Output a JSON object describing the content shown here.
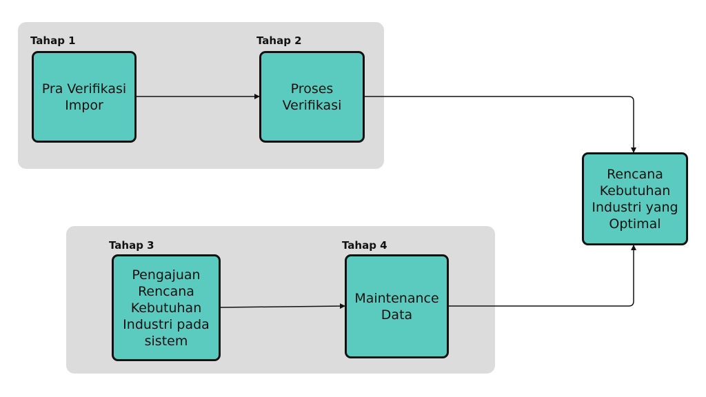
{
  "stages": {
    "stage1": "Tahap 1",
    "stage2": "Tahap 2",
    "stage3": "Tahap 3",
    "stage4": "Tahap 4"
  },
  "nodes": {
    "pra_verifikasi": "Pra Verifikasi\nImpor",
    "proses_verifikasi": "Proses\nVerifikasi",
    "pengajuan": "Pengajuan\nRencana\nKebutuhan\nIndustri pada\nsistem",
    "maintenance": "Maintenance\nData",
    "rencana_optimal": "Rencana\nKebutuhan\nIndustri yang\nOptimal"
  },
  "colors": {
    "node_fill": "#5ccbbf",
    "group_fill": "#dcdcdc",
    "stroke": "#111111"
  }
}
